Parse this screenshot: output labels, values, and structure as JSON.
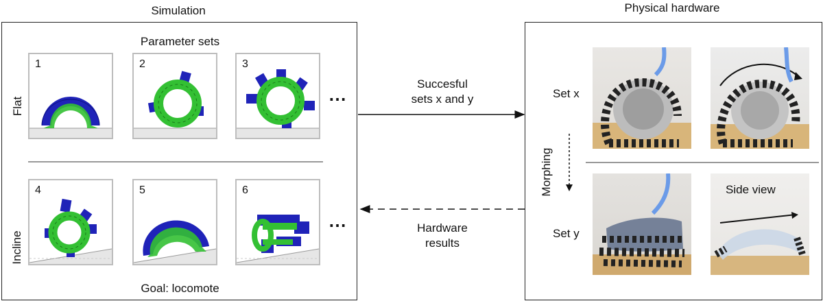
{
  "simulation": {
    "title": "Simulation",
    "param_title": "Parameter sets",
    "goal": "Goal: locomote",
    "row_labels": {
      "flat": "Flat",
      "incline": "Incline"
    },
    "sets": [
      {
        "num": "1"
      },
      {
        "num": "2"
      },
      {
        "num": "3"
      },
      {
        "num": "4"
      },
      {
        "num": "5"
      },
      {
        "num": "6"
      }
    ],
    "ellipsis": "⋯"
  },
  "arrows": {
    "forward_label_line1": "Succesful",
    "forward_label_line2": "sets x and y",
    "back_label_line1": "Hardware",
    "back_label_line2": "results"
  },
  "hardware": {
    "title": "Physical hardware",
    "set_x": "Set x",
    "set_y": "Set y",
    "morphing": "Morphing",
    "side_view": "Side view"
  },
  "colors": {
    "robot_blue": "#1f23b8",
    "robot_green": "#33c033",
    "ground": "#e6e6e6",
    "frame": "#bdbdbd"
  }
}
